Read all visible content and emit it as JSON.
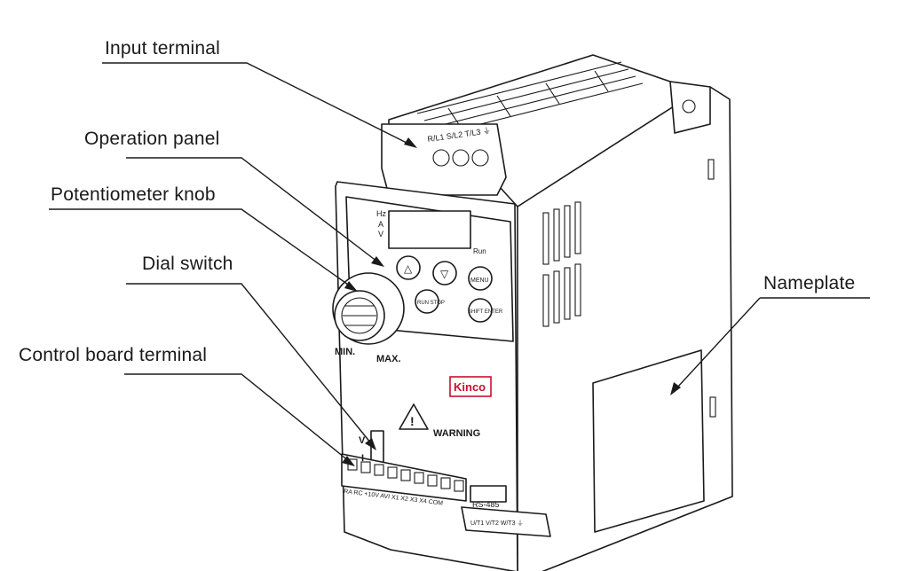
{
  "callouts": {
    "input_terminal": "Input terminal",
    "operation_panel": "Operation panel",
    "potentiometer_knob": "Potentiometer knob",
    "dial_switch": "Dial switch",
    "control_board_terminal": "Control board terminal",
    "nameplate": "Nameplate"
  },
  "device": {
    "brand": "Kinco",
    "brand_color": "#c8102e",
    "top_terminals": "R/L1  S/L2  T/L3  ⏚",
    "panel_indicators": [
      "Hz",
      "A",
      "V"
    ],
    "run_indicator": "Run",
    "knob_min": "MIN.",
    "knob_max": "MAX.",
    "warning": "WARNING",
    "dial_v": "V",
    "dial_i": "I",
    "buttons": {
      "up": "△",
      "down": "▽",
      "menu": "MENU",
      "run_stop": "RUN STOP",
      "shift_enter": "SHIFT ENTER"
    },
    "control_terminals": "RA  RC  +10V  AVI  X1  X2  X3  X4  COM",
    "rs485": "RS-485",
    "output_terminals": "U/T1  V/T2  W/T3  ⏚"
  }
}
